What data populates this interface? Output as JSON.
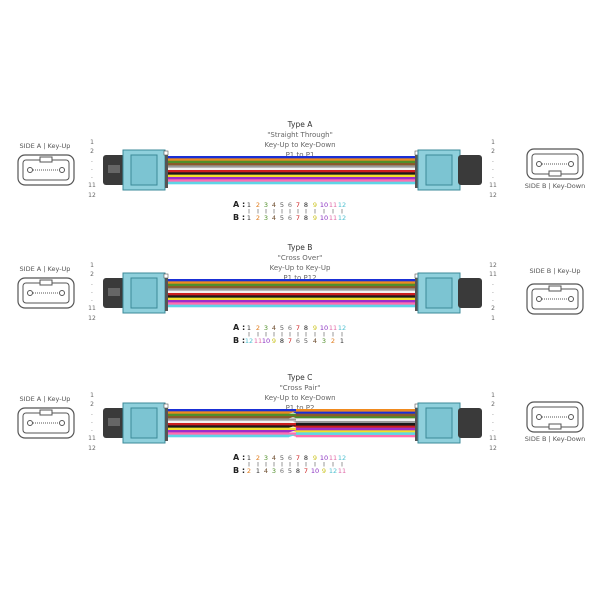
{
  "fiber_colors": [
    "#1a2fd6",
    "#f08a1e",
    "#4f8f2a",
    "#8a5a2b",
    "#9a9a9a",
    "#f2f2f2",
    "#cc1f1f",
    "#1a1a1a",
    "#f2e02a",
    "#9b2fc9",
    "#ff6fb0",
    "#5fd6e6"
  ],
  "number_colors": [
    "#333333",
    "#e07b1a",
    "#4f8f2a",
    "#6b4a2a",
    "#555555",
    "#777777",
    "#cc1f1f",
    "#222222",
    "#c9c21a",
    "#8a2fc0",
    "#e06aa8",
    "#4fc0d0"
  ],
  "diagrams": [
    {
      "title": "Type A",
      "subtitle": "\"Straight Through\"",
      "keys": "Key-Up to Key-Down",
      "polarity": "P1 to P1",
      "side_a": "SIDE A | Key-Up",
      "side_b": "SIDE B | Key-Down",
      "left_numbers": [
        "1",
        "2",
        ".",
        ".",
        ".",
        "11",
        "12"
      ],
      "right_numbers": [
        "1",
        "2",
        ".",
        ".",
        ".",
        "11",
        "12"
      ],
      "row_a_label": "A :",
      "row_b_label": "B :",
      "row_a": [
        1,
        2,
        3,
        4,
        5,
        6,
        7,
        8,
        9,
        10,
        11,
        12
      ],
      "row_b": [
        1,
        2,
        3,
        4,
        5,
        6,
        7,
        8,
        9,
        10,
        11,
        12
      ],
      "crossed": false
    },
    {
      "title": "Type B",
      "subtitle": "\"Cross Over\"",
      "keys": "Key-Up to Key-Up",
      "polarity": "P1 to P12",
      "side_a": "SIDE A | Key-Up",
      "side_b": "SIDE B | Key-Up",
      "left_numbers": [
        "1",
        "2",
        ".",
        ".",
        ".",
        "11",
        "12"
      ],
      "right_numbers": [
        "12",
        "11",
        ".",
        ".",
        ".",
        "2",
        "1"
      ],
      "row_a_label": "A :",
      "row_b_label": "B :",
      "row_a": [
        1,
        2,
        3,
        4,
        5,
        6,
        7,
        8,
        9,
        10,
        11,
        12
      ],
      "row_b": [
        12,
        11,
        10,
        9,
        8,
        7,
        6,
        5,
        4,
        3,
        2,
        1
      ],
      "crossed": false
    },
    {
      "title": "Type C",
      "subtitle": "\"Cross Pair\"",
      "keys": "Key-Up to Key-Down",
      "polarity": "P1 to P2",
      "side_a": "SIDE A | Key-Up",
      "side_b": "SIDE B | Key-Down",
      "left_numbers": [
        "1",
        "2",
        ".",
        ".",
        ".",
        "11",
        "12"
      ],
      "right_numbers": [
        "1",
        "2",
        ".",
        ".",
        ".",
        "11",
        "12"
      ],
      "row_a_label": "A :",
      "row_b_label": "B :",
      "row_a": [
        1,
        2,
        3,
        4,
        5,
        6,
        7,
        8,
        9,
        10,
        11,
        12
      ],
      "row_b": [
        2,
        1,
        4,
        3,
        6,
        5,
        8,
        7,
        10,
        9,
        12,
        11
      ],
      "crossed": true
    }
  ]
}
